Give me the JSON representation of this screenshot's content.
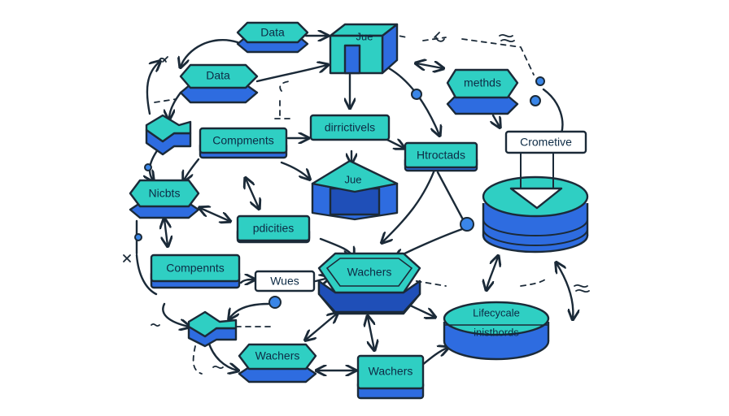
{
  "nodes": {
    "data_top": "Data",
    "data_left": "Data",
    "jue_top": "Jue",
    "methds": "methds",
    "compments": "Compments",
    "dirictivels": "dirrictivels",
    "htroctads": "Htroctads",
    "crometive": "Crometive",
    "nicbts": "Nicbts",
    "jue_center": "Jue",
    "pdicities": "pdicities",
    "compennts": "Compennts",
    "wues": "Wues",
    "wachers_center": "Wachers",
    "lifecycle_line1": "Lifecycale",
    "lifecycle_line2": "inisthords",
    "wachers_bottom_left": "Wachers",
    "wachers_bottom": "Wachers"
  },
  "colors": {
    "teal": "#2fcfc3",
    "blue": "#2e6ce0",
    "outline": "#1b2a38"
  }
}
